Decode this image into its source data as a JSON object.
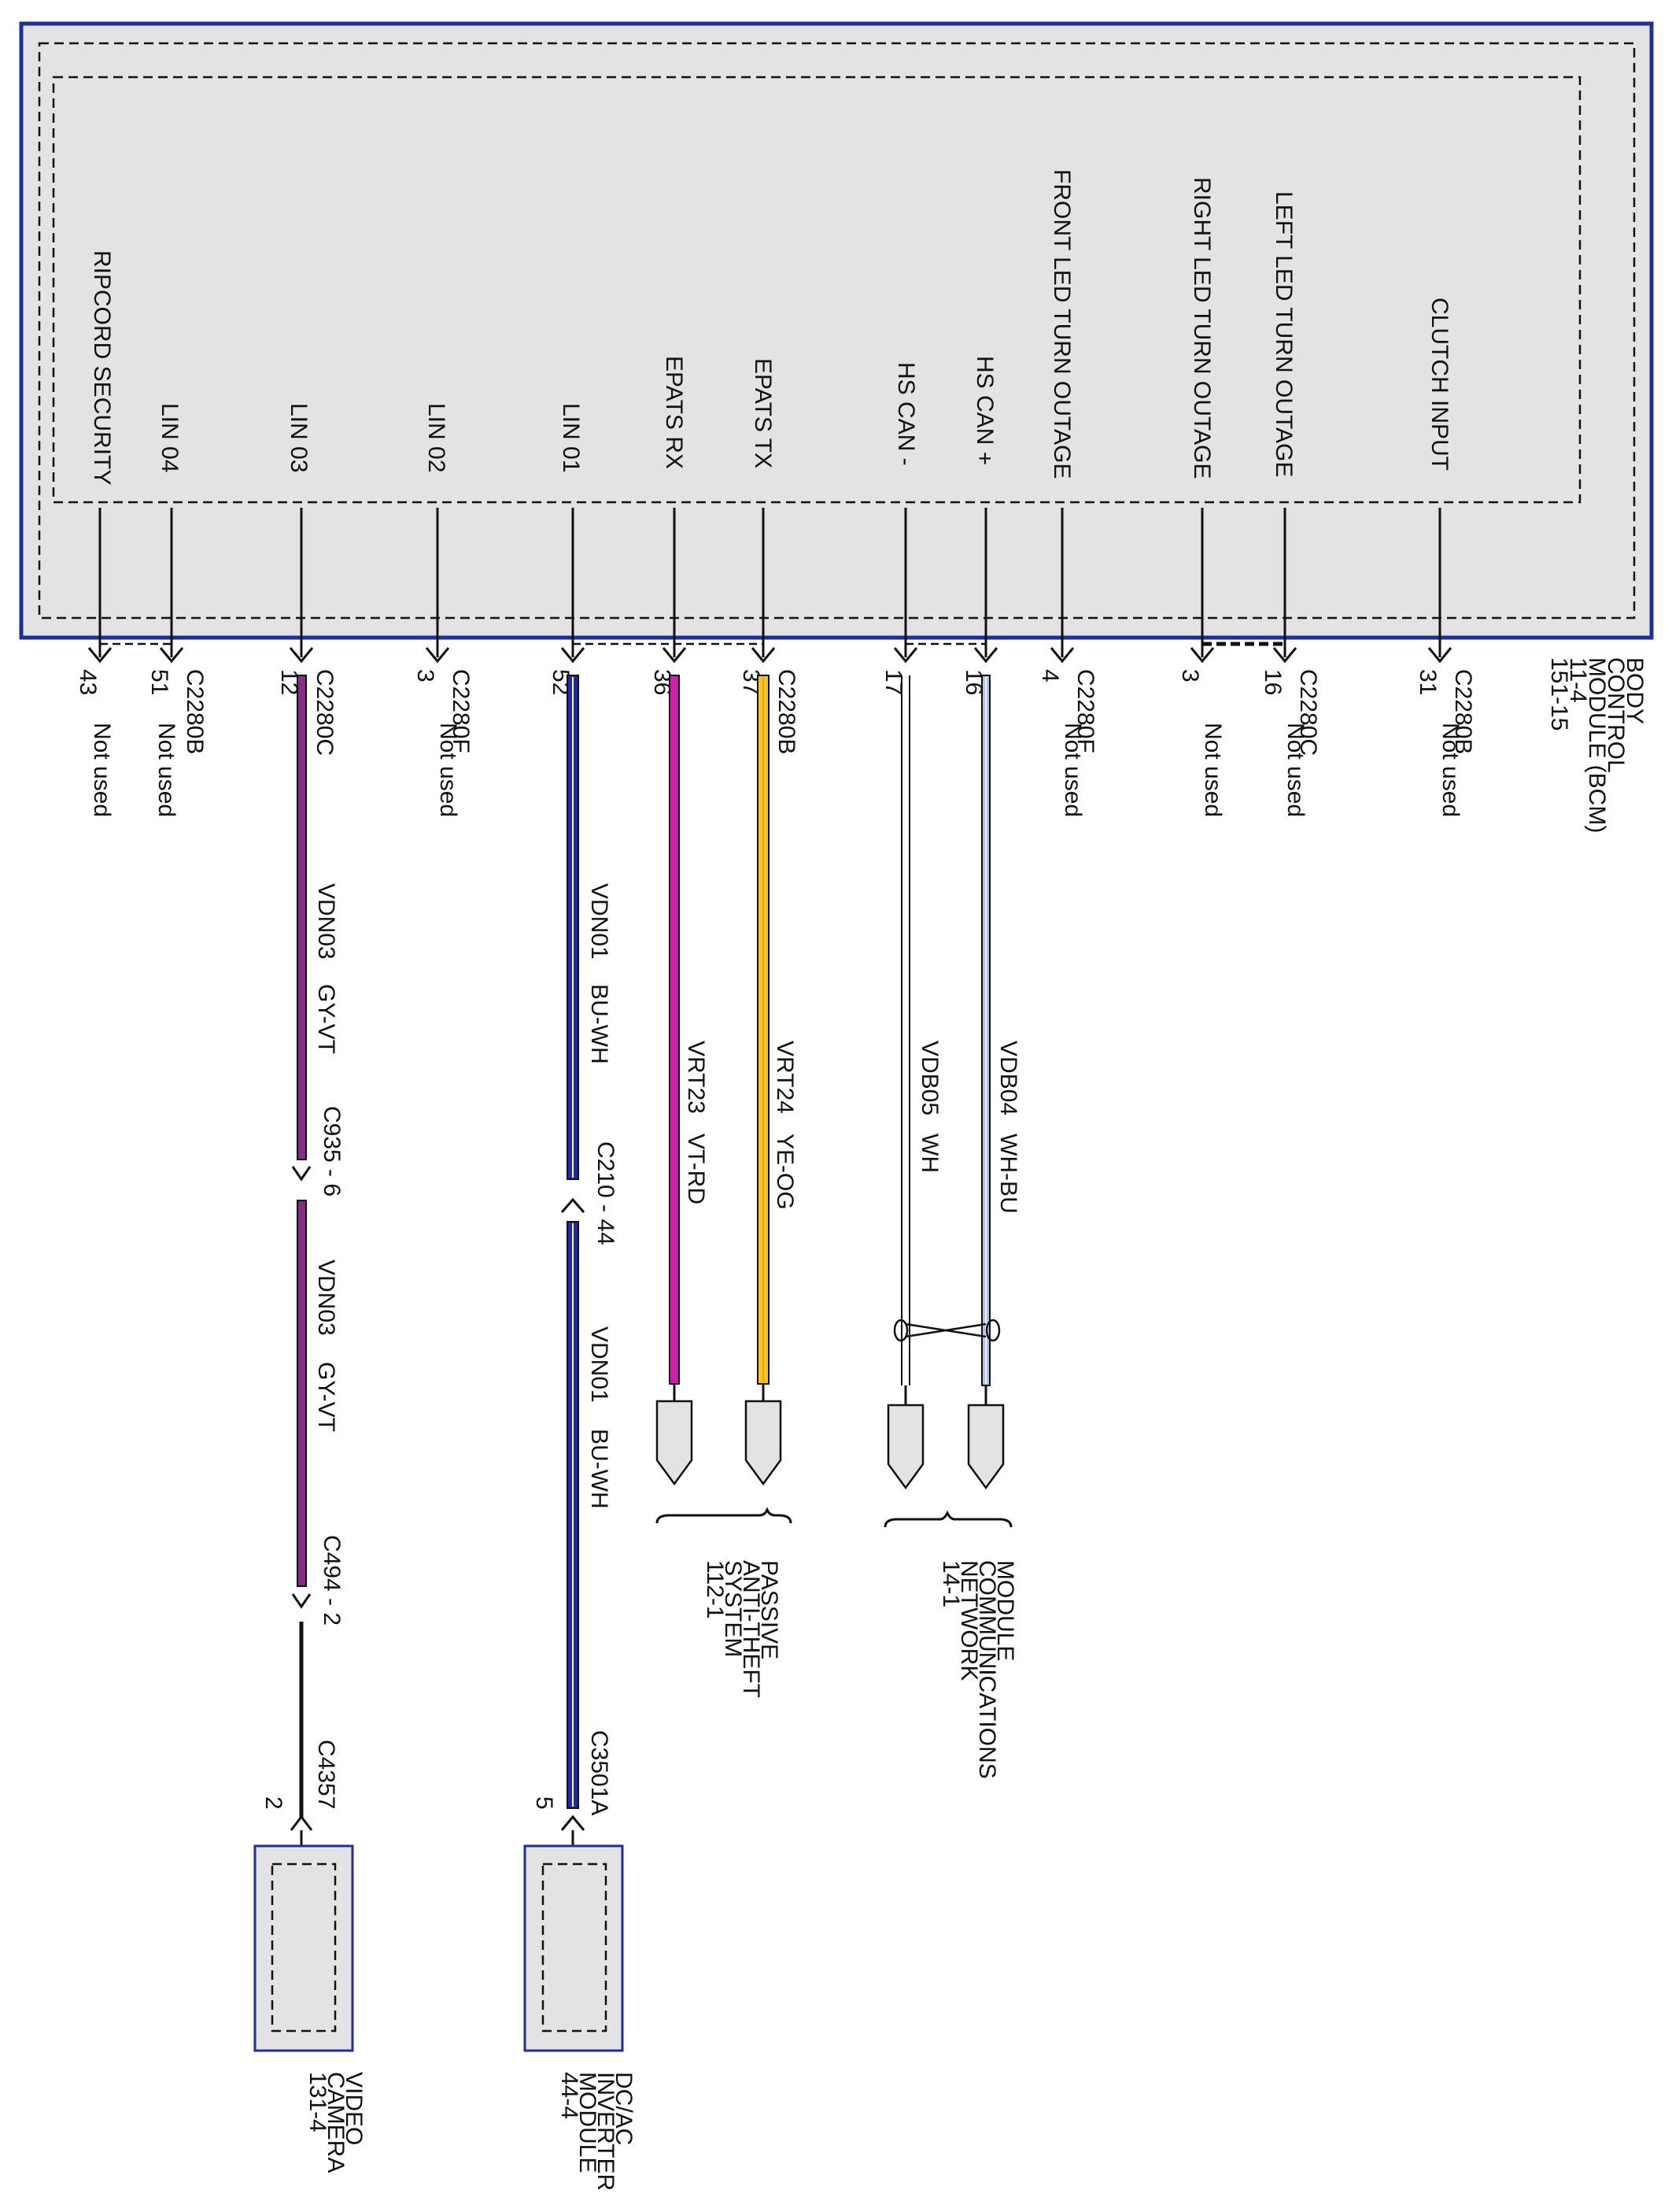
{
  "colors": {
    "module_border": "#1f2f9a",
    "module_fill": "#e3e3e3",
    "wire_dark": "#111111",
    "VT": "#8a2a8a",
    "BU": "#1e28b4",
    "PK": "#d020a8",
    "YE": "#f2c81e",
    "WH": "#ffffff",
    "WH_BU": "#b4c0e0"
  },
  "bcm": {
    "title_lines": [
      "BODY",
      "CONTROL",
      "MODULE (BCM)",
      "11-4",
      "151-15"
    ],
    "pins": [
      {
        "id": "ripcord",
        "label": "RIPCORD SECURITY",
        "pin": "43",
        "connector": "",
        "note": "Not used"
      },
      {
        "id": "lin04",
        "label": "LIN 04",
        "pin": "51",
        "connector": "C2280B",
        "note": "Not used"
      },
      {
        "id": "lin03",
        "label": "LIN 03",
        "pin": "12",
        "connector": "C2280C",
        "note": ""
      },
      {
        "id": "lin02",
        "label": "LIN 02",
        "pin": "3",
        "connector": "C2280F",
        "note": "Not used"
      },
      {
        "id": "lin01",
        "label": "LIN 01",
        "pin": "52",
        "connector": "",
        "note": ""
      },
      {
        "id": "epats-rx",
        "label": "EPATS RX",
        "pin": "36",
        "connector": "",
        "note": ""
      },
      {
        "id": "epats-tx",
        "label": "EPATS TX",
        "pin": "37",
        "connector": "C2280B",
        "note": ""
      },
      {
        "id": "hs-can-minus",
        "label": "HS CAN -",
        "pin": "17",
        "connector": "",
        "note": ""
      },
      {
        "id": "hs-can-plus",
        "label": "HS CAN +",
        "pin": "16",
        "connector": "",
        "note": ""
      },
      {
        "id": "front-led",
        "label": "FRONT LED TURN OUTAGE",
        "pin": "4",
        "connector": "C2280F",
        "note": "Not used"
      },
      {
        "id": "right-led",
        "label": "RIGHT LED TURN OUTAGE",
        "pin": "3",
        "connector": "",
        "note": "Not used"
      },
      {
        "id": "left-led",
        "label": "LEFT LED TURN OUTAGE",
        "pin": "16",
        "connector": "C2280C",
        "note": "Not used"
      },
      {
        "id": "clutch",
        "label": "CLUTCH INPUT",
        "pin": "31",
        "connector": "C2280B",
        "note": "Not used"
      }
    ]
  },
  "wires": {
    "lin03_a": {
      "circuit": "VDN03",
      "color": "GY-VT"
    },
    "lin03_b": {
      "circuit": "VDN03",
      "color": "GY-VT"
    },
    "lin01_a": {
      "circuit": "VDN01",
      "color": "BU-WH"
    },
    "lin01_b": {
      "circuit": "VDN01",
      "color": "BU-WH"
    },
    "rx": {
      "circuit": "VRT23",
      "color": "VT-RD"
    },
    "tx": {
      "circuit": "VRT24",
      "color": "YE-OG"
    },
    "canm": {
      "circuit": "VDB05",
      "color": "WH"
    },
    "canp": {
      "circuit": "VDB04",
      "color": "WH-BU"
    }
  },
  "inline_connectors": {
    "c935": "C935 - 6",
    "c494": "C494 - 2",
    "c210": "C210 - 44",
    "c4357": "C4357",
    "c4357_pin": "2",
    "c3501a": "C3501A",
    "c3501a_pin": "5"
  },
  "destinations": {
    "video_camera": [
      "VIDEO",
      "CAMERA",
      "131-4"
    ],
    "dcac_inverter": [
      "DC/AC",
      "INVERTER",
      "MODULE",
      "44-4"
    ],
    "pats": [
      "PASSIVE",
      "ANTI-THEFT",
      "SYSTEM",
      "112-1"
    ],
    "network": [
      "MODULE",
      "COMMUNICATIONS",
      "NETWORK",
      "14-1"
    ]
  }
}
